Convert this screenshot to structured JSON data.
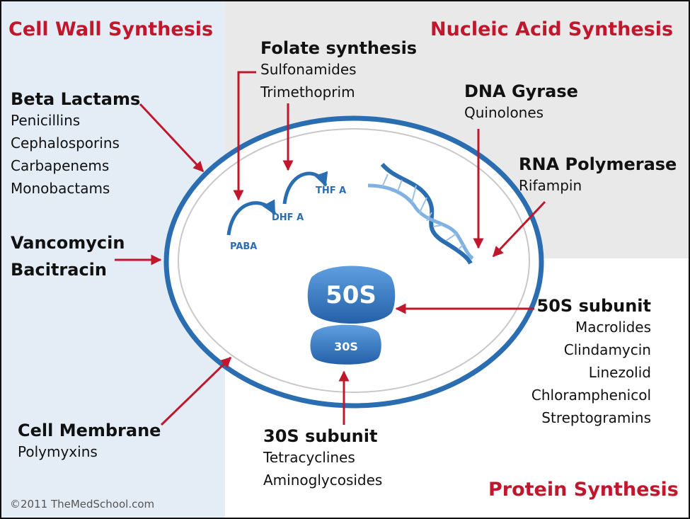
{
  "colors": {
    "accent_red": "#c0172c",
    "cell_blue": "#2a6db0",
    "left_bg": "#e4edf6",
    "top_right_bg": "#e9e9e9"
  },
  "sections": {
    "cell_wall": "Cell Wall Synthesis",
    "nucleic_acid": "Nucleic Acid Synthesis",
    "protein": "Protein Synthesis"
  },
  "beta_lactams": {
    "title": "Beta Lactams",
    "items": [
      "Penicillins",
      "Cephalosporins",
      "Carbapenems",
      "Monobactams"
    ]
  },
  "vanco": {
    "line1": "Vancomycin",
    "line2": "Bacitracin"
  },
  "cell_membrane": {
    "title": "Cell Membrane",
    "items": [
      "Polymyxins"
    ]
  },
  "folate": {
    "title": "Folate synthesis",
    "items": [
      "Sulfonamides",
      "Trimethoprim"
    ]
  },
  "dna_gyrase": {
    "title": "DNA Gyrase",
    "items": [
      "Quinolones"
    ]
  },
  "rna_pol": {
    "title": "RNA Polymerase",
    "items": [
      "Rifampin"
    ]
  },
  "s50": {
    "title": "50S subunit",
    "items": [
      "Macrolides",
      "Clindamycin",
      "Linezolid",
      "Chloramphenicol",
      "Streptogramins"
    ]
  },
  "s30": {
    "title": "30S subunit",
    "items": [
      "Tetracyclines",
      "Aminoglycosides"
    ]
  },
  "pathway": {
    "paba": "PABA",
    "dhf": "DHF A",
    "thf": "THF A"
  },
  "ribosome": {
    "large": "50S",
    "small": "30S"
  },
  "copyright": "©2011 TheMedSchool.com",
  "icons": [
    "dna-helix-icon",
    "ribosome-icon"
  ]
}
